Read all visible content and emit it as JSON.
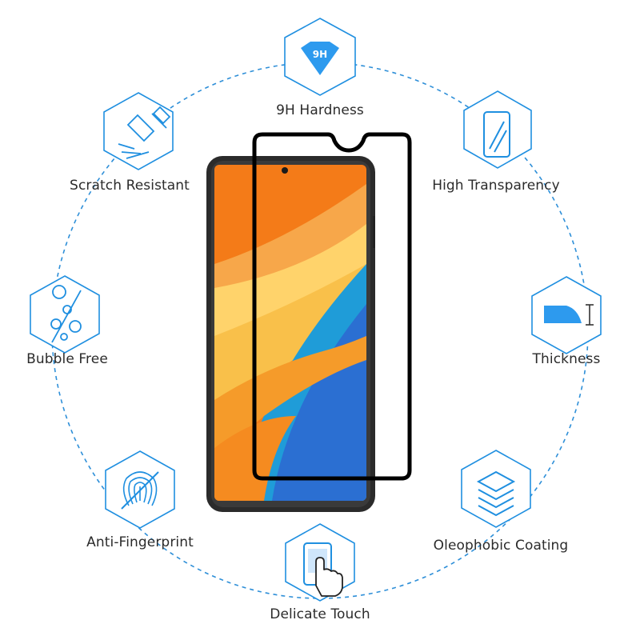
{
  "colors": {
    "accent": "#1f8fe0",
    "accent_fill": "#3aa0f0",
    "frame": "#2a2a2a",
    "protector": "#000000"
  },
  "features": [
    {
      "label": "9H Hardness",
      "icon": "diamond-9h-icon",
      "icon_text": "9H"
    },
    {
      "label": "High Transparency",
      "icon": "transparent-screen-icon"
    },
    {
      "label": "Thickness",
      "icon": "thickness-curve-icon"
    },
    {
      "label": "Oleophobic Coating",
      "icon": "layers-icon"
    },
    {
      "label": "Delicate Touch",
      "icon": "touch-hand-icon"
    },
    {
      "label": "Anti-Fingerprint",
      "icon": "fingerprint-crossed-icon"
    },
    {
      "label": "Bubble Free",
      "icon": "bubbles-icon"
    },
    {
      "label": "Scratch Resistant",
      "icon": "scratch-tool-icon"
    }
  ]
}
